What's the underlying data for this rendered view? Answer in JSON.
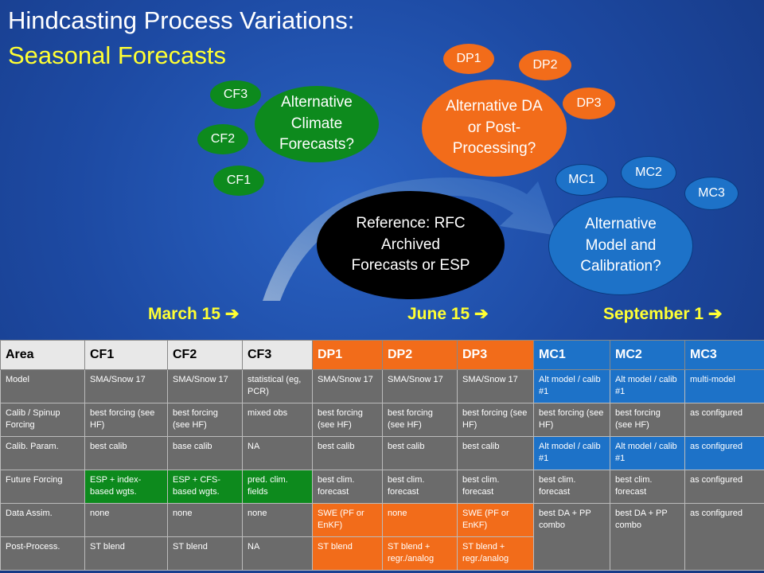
{
  "title": {
    "line1": "Hindcasting Process Variations:",
    "line2": "Seasonal Forecasts"
  },
  "ovals": {
    "climate": "Alternative Climate Forecasts?",
    "da": "Alternative DA or Post-Processing?",
    "reference": "Reference: RFC Archived Forecasts or ESP",
    "model": "Alternative Model and Calibration?",
    "cf1": "CF1",
    "cf2": "CF2",
    "cf3": "CF3",
    "dp1": "DP1",
    "dp2": "DP2",
    "dp3": "DP3",
    "mc1": "MC1",
    "mc2": "MC2",
    "mc3": "MC3"
  },
  "dates": {
    "march": "March 15 ➔",
    "june": "June 15 ➔",
    "september": "September 1 ➔"
  },
  "table": {
    "headers": [
      "Area",
      "CF1",
      "CF2",
      "CF3",
      "DP1",
      "DP2",
      "DP3",
      "MC1",
      "MC2",
      "MC3"
    ],
    "rows": [
      [
        "Model",
        "SMA/Snow 17",
        "SMA/Snow 17",
        "statistical (eg, PCR)",
        "SMA/Snow 17",
        "SMA/Snow 17",
        "SMA/Snow 17",
        "Alt model / calib #1",
        "Alt model / calib #1",
        "multi-model"
      ],
      [
        "Calib / Spinup Forcing",
        "best forcing (see HF)",
        "best forcing (see HF)",
        "mixed obs",
        "best forcing (see HF)",
        "best forcing (see HF)",
        "best forcing (see HF)",
        "best forcing (see HF)",
        "best forcing (see HF)",
        "as configured"
      ],
      [
        "Calib. Param.",
        "best calib",
        "base calib",
        "NA",
        "best calib",
        "best calib",
        "best calib",
        "Alt model / calib #1",
        "Alt model / calib #1",
        "as configured"
      ],
      [
        "Future Forcing",
        "ESP + index-based wgts.",
        "ESP + CFS-based wgts.",
        "pred. clim. fields",
        "best clim. forecast",
        "best clim. forecast",
        "best clim. forecast",
        "best clim. forecast",
        "best clim. forecast",
        "as configured"
      ],
      [
        "Data Assim.",
        "none",
        "none",
        "none",
        "SWE (PF or EnKF)",
        "none",
        "SWE (PF or EnKF)",
        "best DA + PP combo",
        "best DA + PP combo",
        "as configured"
      ],
      [
        "Post-Process.",
        "ST blend",
        "ST blend",
        "NA",
        "ST blend",
        "ST blend + regr./analog",
        "ST blend + regr./analog",
        "",
        "",
        ""
      ]
    ]
  },
  "colors": {
    "green": "#0d8a1d",
    "orange": "#f26c1a",
    "blue": "#1d72c8",
    "yellow": "#ffff33"
  }
}
